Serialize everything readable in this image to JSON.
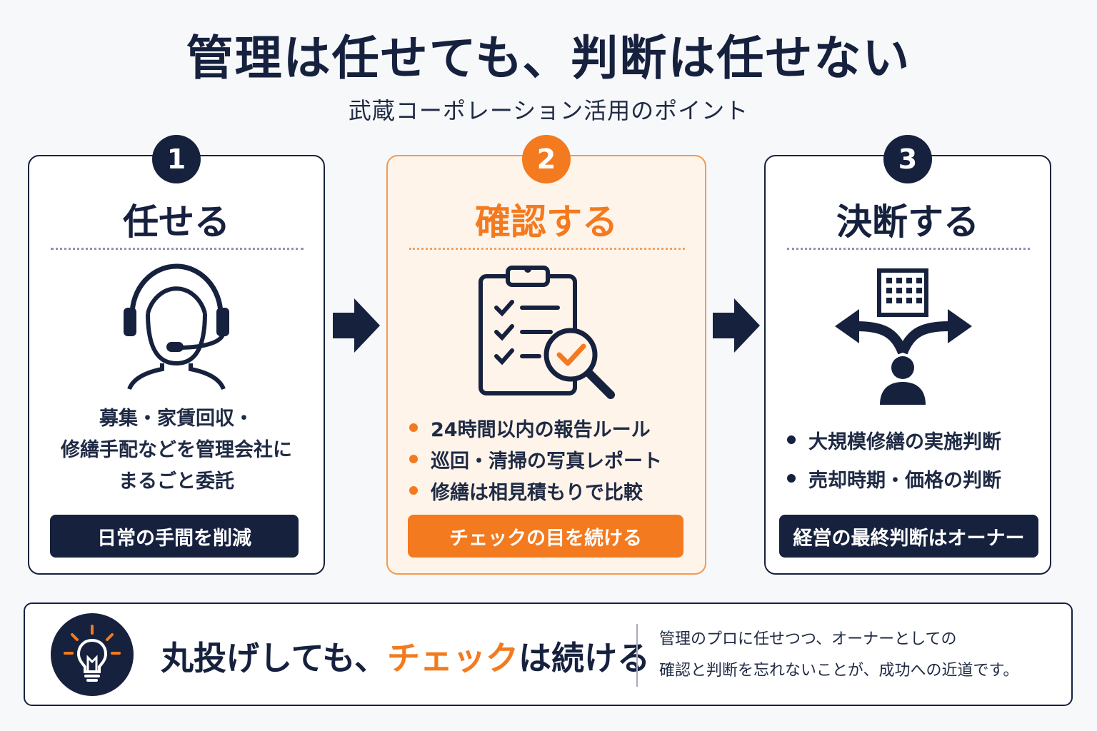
{
  "header": {
    "title": "管理は任せても、判断は任せない",
    "subtitle": "武蔵コーポレーション活用のポイント"
  },
  "steps": [
    {
      "number": "1",
      "title": "任せる",
      "icon": "headset-person-icon",
      "description_lines": [
        "募集・家賃回収・",
        "修繕手配などを管理会社に",
        "まるごと委託"
      ],
      "pill": "日常の手間を削減"
    },
    {
      "number": "2",
      "title": "確認する",
      "icon": "clipboard-check-magnifier-icon",
      "bullets": [
        "24時間以内の報告ルール",
        "巡回・清掃の写真レポート",
        "修繕は相見積もりで比較"
      ],
      "pill": "チェックの目を続ける"
    },
    {
      "number": "3",
      "title": "決断する",
      "icon": "building-crossroads-person-icon",
      "bullets": [
        "大規模修繕の実施判断",
        "売却時期・価格の判断"
      ],
      "pill": "経営の最終判断はオーナー"
    }
  ],
  "footer": {
    "icon": "lightbulb-icon",
    "main_before": "丸投げしても、",
    "main_highlight": "チェック",
    "main_after": "は続ける",
    "desc_lines": [
      "管理のプロに任せつつ、オーナーとしての",
      "確認と判断を忘れないことが、成功への近道です。"
    ]
  },
  "colors": {
    "navy": "#16213e",
    "orange": "#f37a1f",
    "orange_light_bg": "#fef4ea"
  }
}
